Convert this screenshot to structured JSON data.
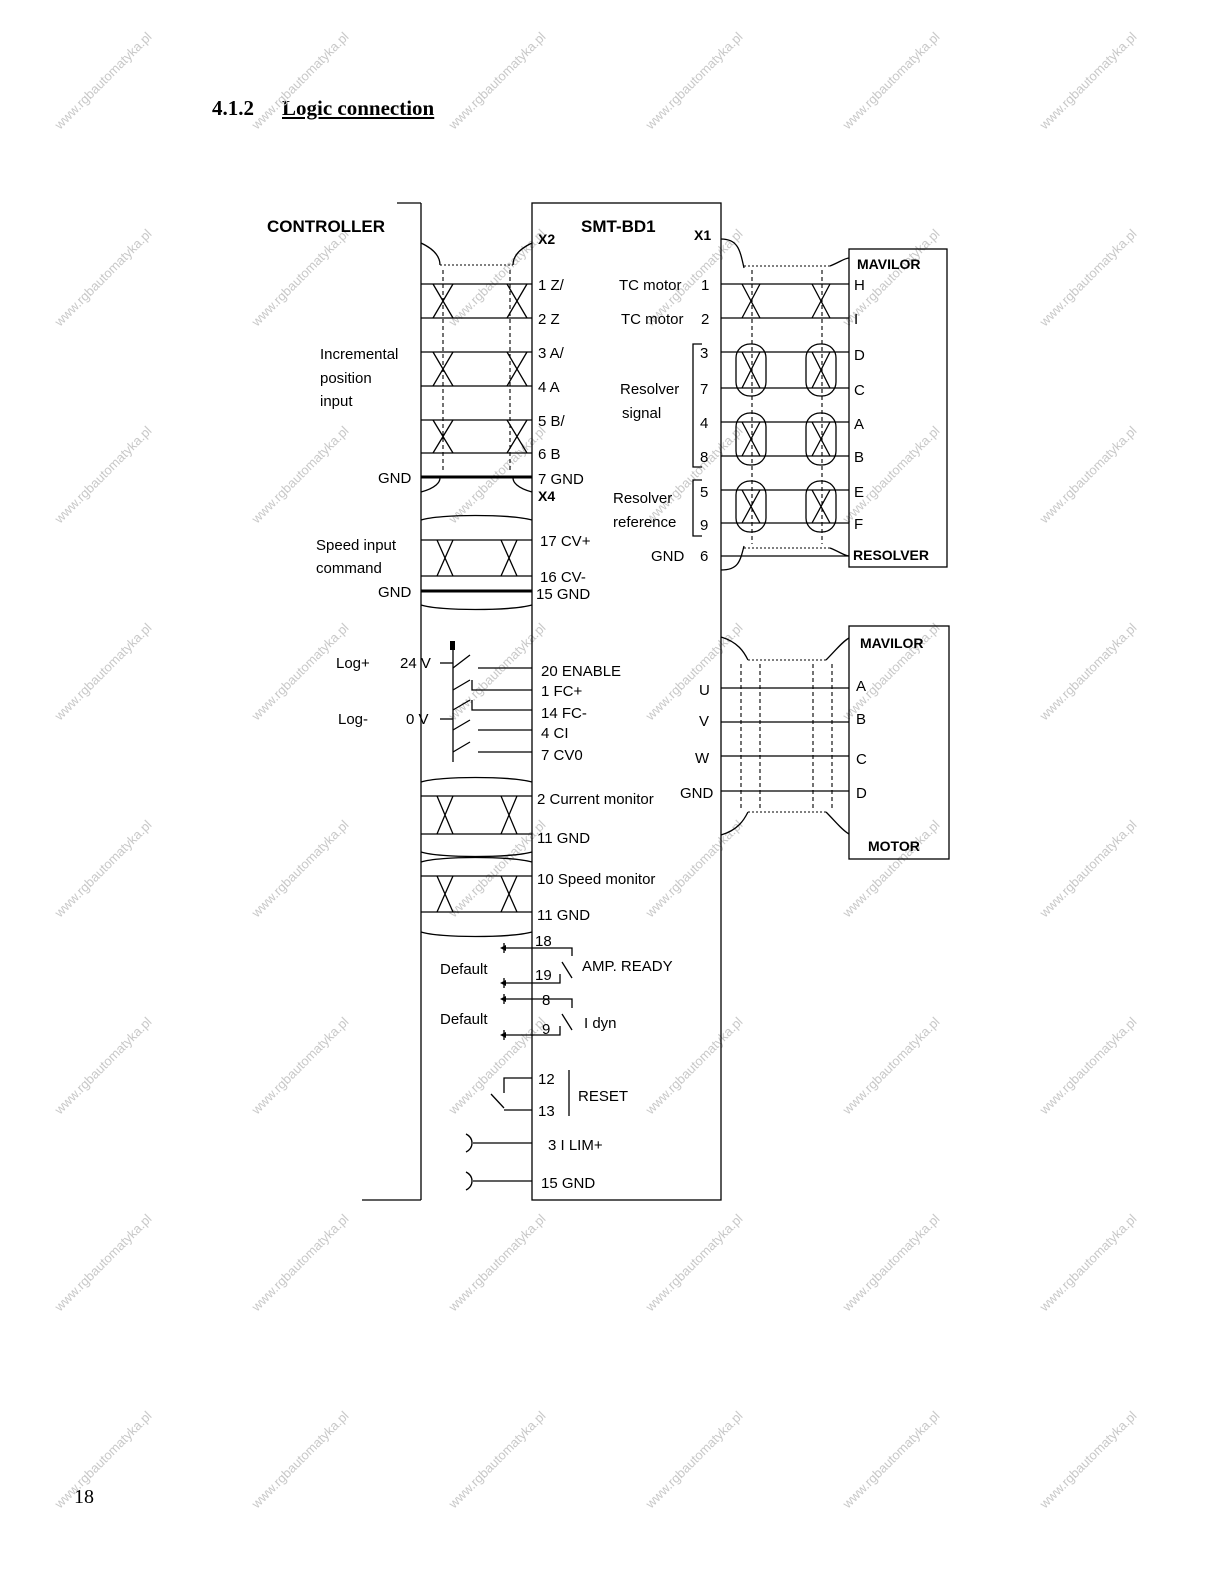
{
  "heading": {
    "number": "4.1.2",
    "title": "Logic connection"
  },
  "page_number": "18",
  "diagram": {
    "controller": {
      "title": "CONTROLLER",
      "incremental_label": [
        "Incremental",
        "position",
        "input"
      ],
      "gnd_1": "GND",
      "speed_label": [
        "Speed input",
        "command"
      ],
      "gnd_2": "GND",
      "log_plus": "Log+",
      "v24": "24 V",
      "log_minus": "Log-",
      "v0": "0 V",
      "default_1": "Default",
      "default_2": "Default"
    },
    "drive": {
      "title": "SMT-BD1",
      "x2": "X2",
      "x1": "X1",
      "x4": "X4",
      "x2_pins": [
        "1 Z/",
        "2 Z",
        "3 A/",
        "4 A",
        "5 B/",
        "6 B",
        "7 GND"
      ],
      "speed_pins": [
        "17 CV+",
        "16 CV-",
        "15 GND"
      ],
      "logic_pins": [
        "20 ENABLE",
        "1 FC+",
        "14 FC-",
        "4 CI",
        "7 CV0"
      ],
      "monitor_pins": [
        "2 Current monitor",
        "11 GND",
        "10 Speed monitor",
        "11 GND"
      ],
      "relay_1": {
        "pin_a": "18",
        "pin_b": "19",
        "label": "AMP. READY"
      },
      "relay_2": {
        "pin_a": "8",
        "pin_b": "9",
        "label": "I dyn"
      },
      "reset": {
        "pin_a": "12",
        "pin_b": "13",
        "label": "RESET"
      },
      "ilim_pin": "3  I LIM+",
      "gnd_pin": "15 GND",
      "tc1": "TC motor",
      "tc1_pin": "1",
      "tc2": "TC motor",
      "tc2_pin": "2",
      "res_signal": [
        "Resolver",
        "signal"
      ],
      "res_signal_pins": [
        "3",
        "7",
        "4",
        "8"
      ],
      "res_ref": [
        "Resolver",
        "reference"
      ],
      "res_ref_pins": [
        "5",
        "9"
      ],
      "gnd6_label": "GND",
      "gnd6_pin": "6",
      "motor_out": [
        "U",
        "V",
        "W",
        "GND"
      ]
    },
    "resolver_box": {
      "top": "MAVILOR",
      "bottom": "RESOLVER",
      "pins": [
        "H",
        "I",
        "D",
        "C",
        "A",
        "B",
        "E",
        "F"
      ]
    },
    "motor_box": {
      "top": "MAVILOR",
      "bottom": "MOTOR",
      "pins": [
        "A",
        "B",
        "C",
        "D"
      ]
    },
    "watermark": "www.rgbautomatyka.pl"
  }
}
